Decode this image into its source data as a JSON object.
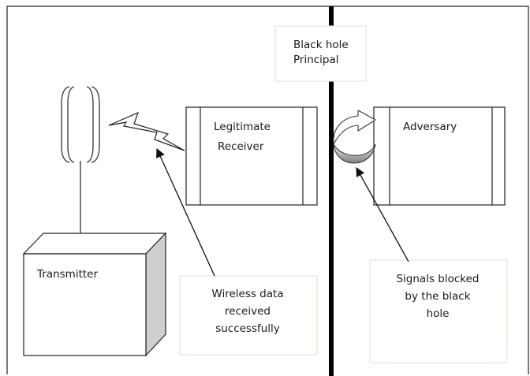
{
  "title_box": [
    "Black hole",
    "Principal"
  ],
  "legit_receiver": [
    "Legitimate",
    "Receiver"
  ],
  "adversary": "Adversary",
  "transmitter": "Transmitter",
  "wireless_note": [
    "Wireless data",
    "received",
    "successfully"
  ],
  "blocked_note": [
    "Signals blocked",
    "by the black",
    "hole"
  ]
}
